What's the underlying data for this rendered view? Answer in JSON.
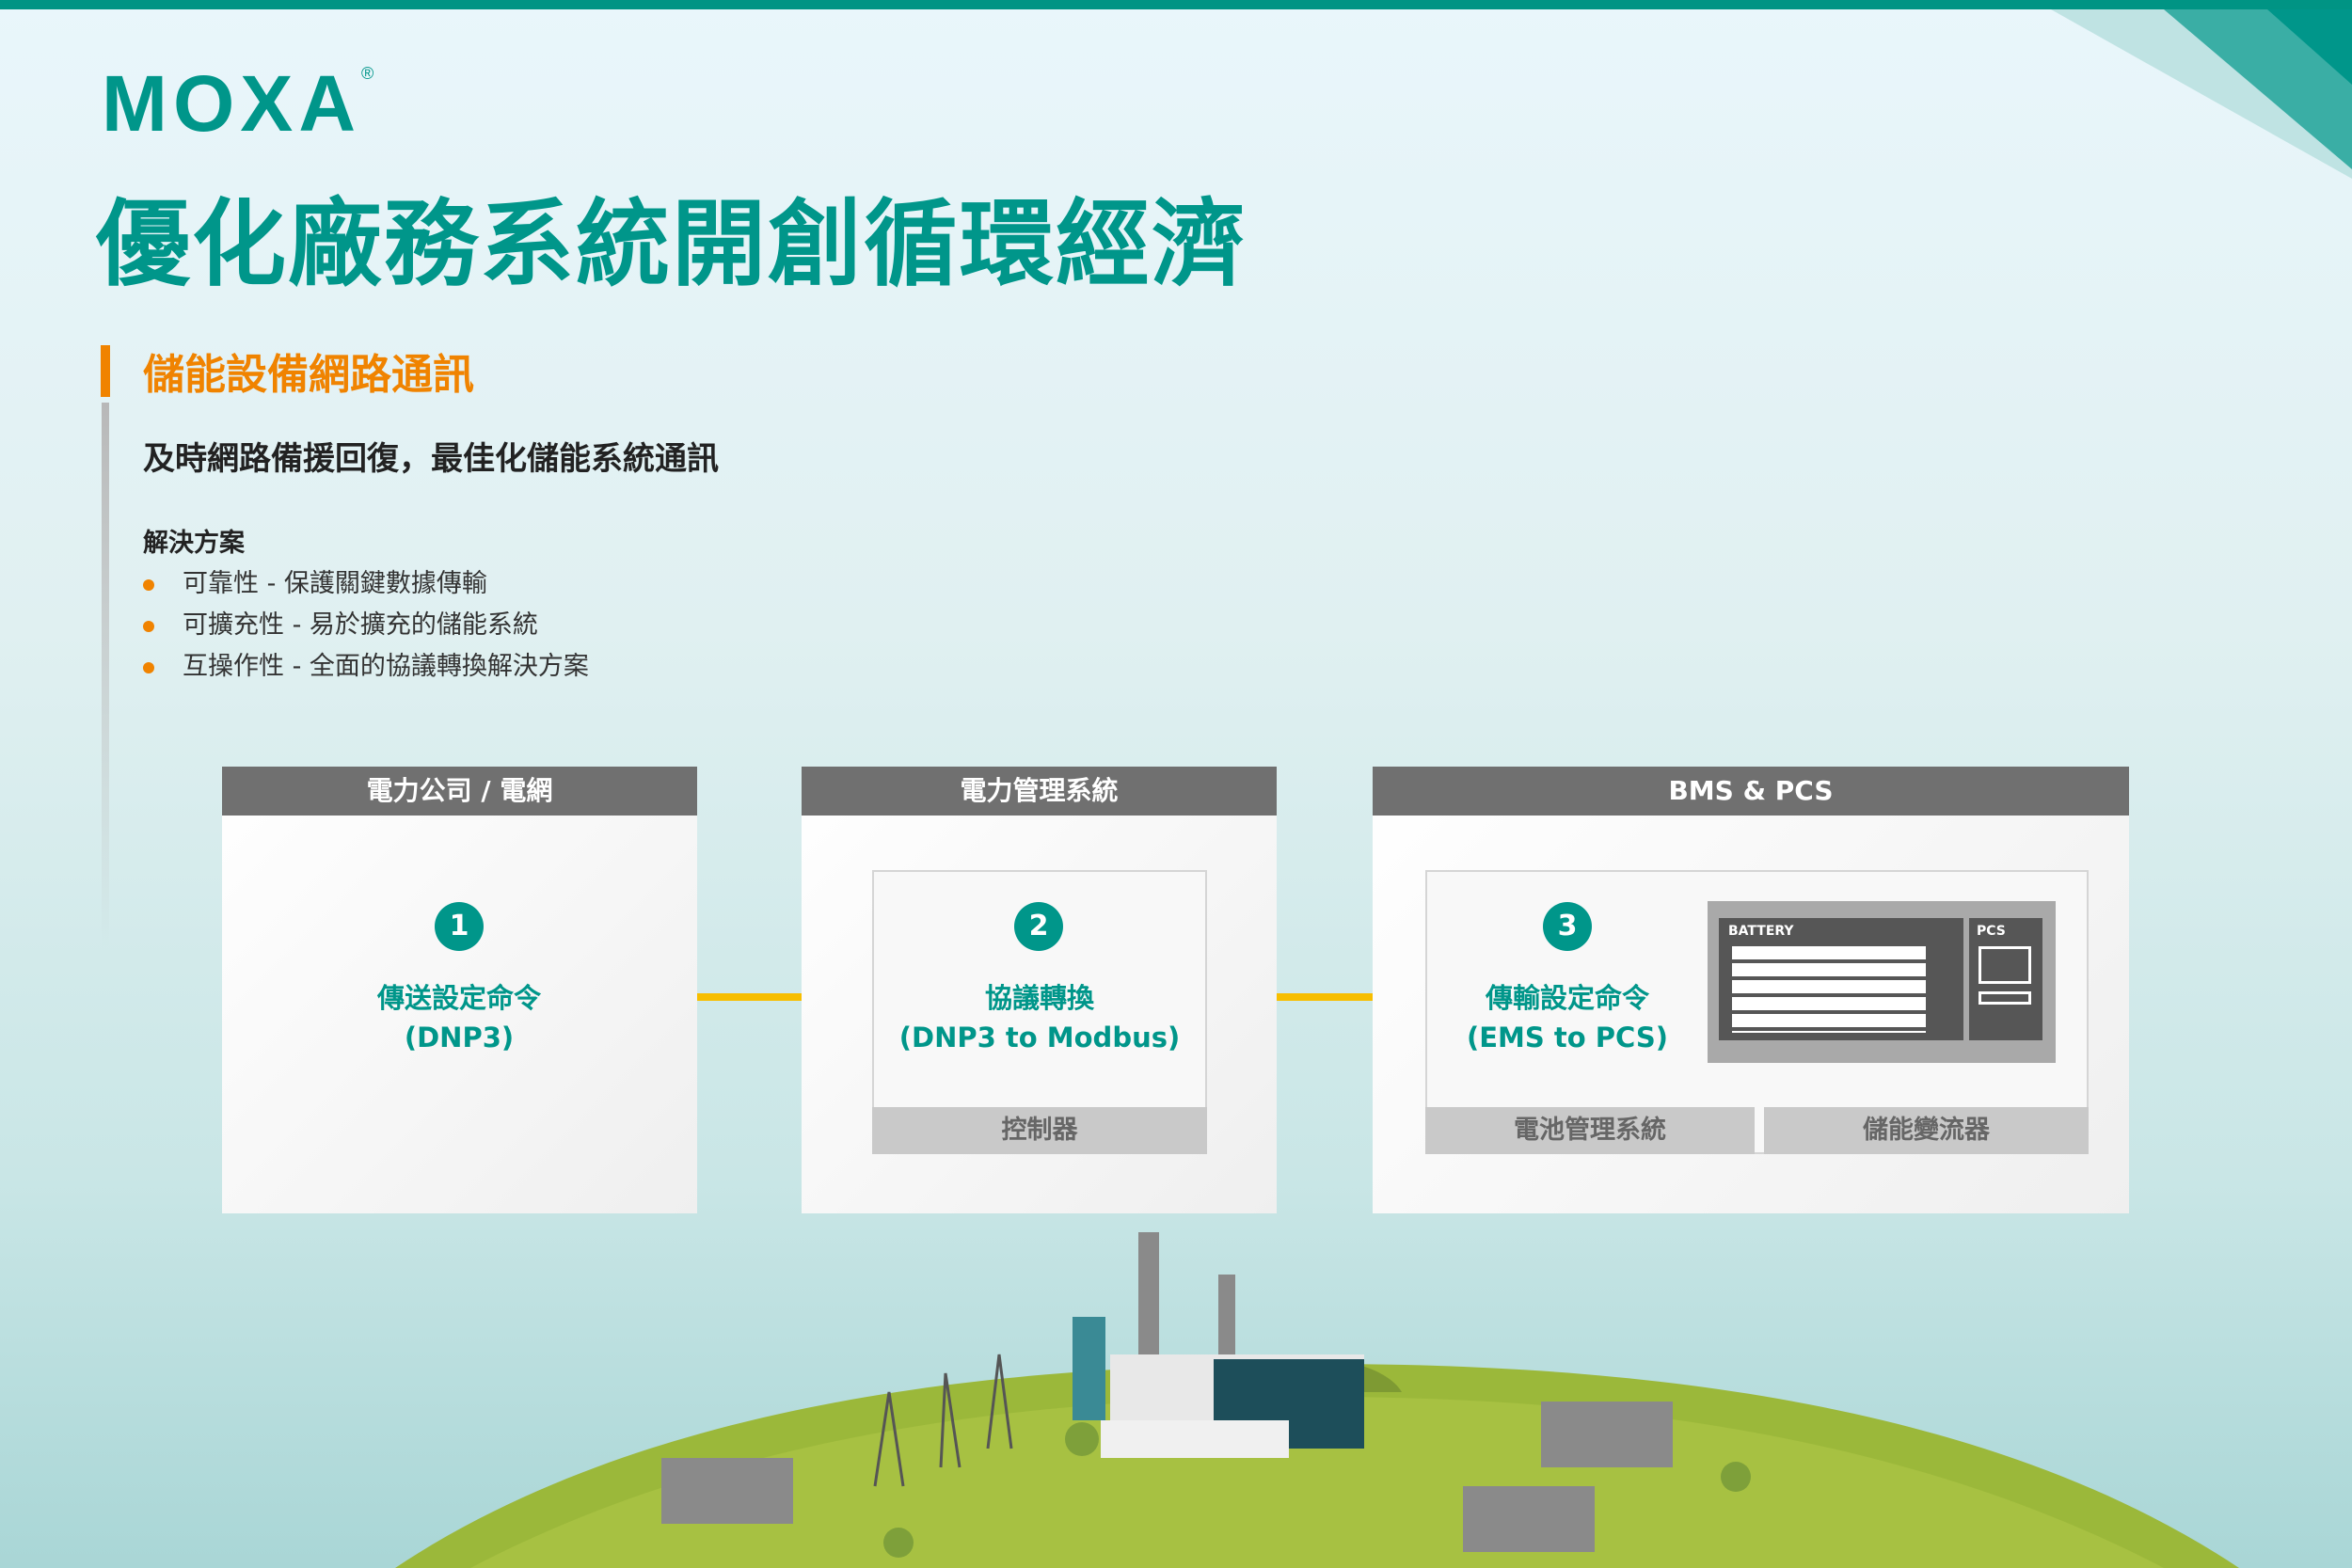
{
  "brand": {
    "logo": "MOXA",
    "reg": "®"
  },
  "title": "優化廠務系統開創循環經濟",
  "section": {
    "heading": "儲能設備網路通訊",
    "subtitle": "及時網路備援回復，最佳化儲能系統通訊",
    "solutions_label": "解決方案",
    "bullets": [
      "可靠性 - 保護關鍵數據傳輸",
      "可擴充性 - 易於擴充的儲能系統",
      "互操作性 - 全面的協議轉換解決方案"
    ]
  },
  "panels": [
    {
      "header": "電力公司 / 電網",
      "step": "1",
      "line1": "傳送設定命令",
      "line2": "(DNP3)"
    },
    {
      "header": "電力管理系統",
      "step": "2",
      "line1": "協議轉換",
      "line2": "(DNP3 to Modbus)",
      "footer": "控制器"
    },
    {
      "header": "BMS & PCS",
      "step": "3",
      "line1": "傳輸設定命令",
      "line2": "(EMS to PCS)",
      "footers": [
        "電池管理系統",
        "儲能變流器"
      ]
    }
  ],
  "device": {
    "battery": "BATTERY",
    "pcs": "PCS"
  },
  "colors": {
    "teal": "#00968a",
    "orange": "#f08300",
    "yellow": "#f7be00"
  }
}
